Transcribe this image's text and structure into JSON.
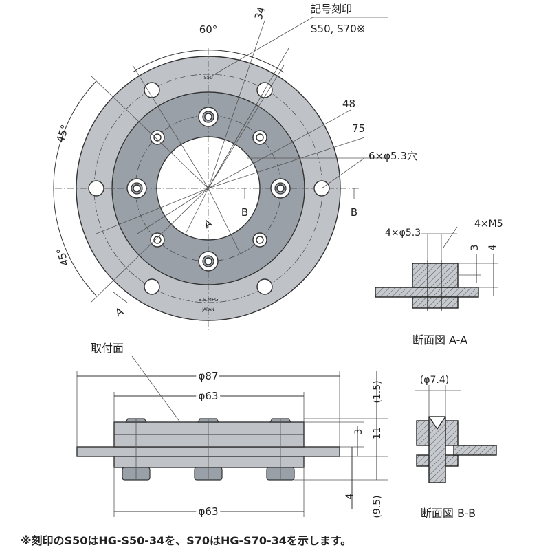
{
  "top_view": {
    "marking_label": "記号刻印",
    "marking_values": "S50, S70※",
    "plate_text_top": "S50",
    "plate_text_bottom_1": "S.S.MFG",
    "plate_text_bottom_2": "JAPAN",
    "angle_60": "60°",
    "angle_45_upper": "45°",
    "angle_45_lower": "45°",
    "dim_34": "34",
    "dim_48": "48",
    "dim_75": "75",
    "holes_note": "6×φ5.3穴",
    "section_a_upper": "A",
    "section_a_lower": "A",
    "section_b_inner": "B",
    "section_b_outer": "B"
  },
  "section_aa": {
    "label_left": "4×φ5.3",
    "label_right": "4×M5",
    "dim_3": "3",
    "dim_4": "4",
    "title": "断面図 A-A"
  },
  "side_view": {
    "mount_face_label": "取付面",
    "dim_87": "φ87",
    "dim_63_top": "φ63",
    "dim_63_bottom": "φ63",
    "dim_1_5": "(1.5)",
    "dim_3": "3",
    "dim_11": "11",
    "dim_4": "4",
    "dim_9_5": "(9.5)"
  },
  "section_bb": {
    "dim_7_4": "(φ7.4)",
    "title": "断面図 B-B"
  },
  "footnote": "※刻印のS50はHG-S50-34を、S70はHG-S70-34を示します。"
}
